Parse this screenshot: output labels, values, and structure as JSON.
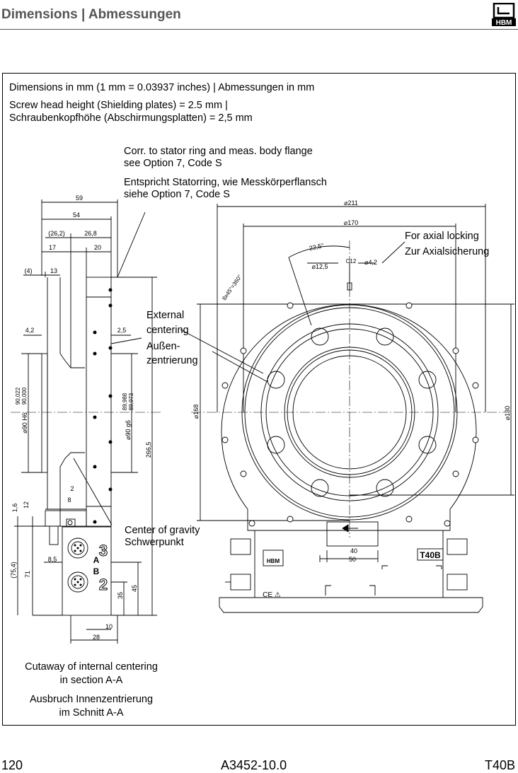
{
  "header": {
    "title": "Dimensions | Abmessungen",
    "logo_text": "HBM"
  },
  "notes": {
    "dims_line": "Dimensions in mm (1 mm = 0.03937 inches) | Abmessungen in mm",
    "screw_line1": "Screw head height (Shielding plates) = 2.5 mm |",
    "screw_line2": "Schraubenkopfhöhe (Abschirmungsplatten) = 2,5 mm"
  },
  "callouts": {
    "stator_en1": "Corr. to stator ring and meas. body flange",
    "stator_en2": "see Option 7, Code S",
    "stator_de1": "Entspricht Statorring, wie Messkörperflansch",
    "stator_de2": "siehe Option 7, Code S",
    "axial_en": "For axial locking",
    "axial_de": "Zur Axialsicherung",
    "ext_en1": "External",
    "ext_en2": "centering",
    "ext_de1": "Außen-",
    "ext_de2": "zentrierung",
    "cog_en": "Center of gravity",
    "cog_de": "Schwerpunkt",
    "cut_en1": "Cutaway of internal centering",
    "cut_en2": "in section A-A",
    "cut_de1": "Ausbruch Innenzentrierung",
    "cut_de2": "im Schnitt A-A"
  },
  "side_dims": {
    "d59": "59",
    "d54": "54",
    "d262": "(26,2)",
    "d268": "26,8",
    "d17": "17",
    "d20": "20",
    "d4": "(4)",
    "d13": "13",
    "d42": "4,2",
    "d25": "2,5",
    "d2": "2",
    "d8": "8",
    "d16": "1,6",
    "d12": "12",
    "d754": "(75,4)",
    "d71": "71",
    "d85": "8,5",
    "d35": "35",
    "d45": "45",
    "d10": "10",
    "d28": "28",
    "d2665": "266,5",
    "h6": "⌀90 H6",
    "h6tol_a": "90,022",
    "h6tol_b": "90,000",
    "g6": "⌀90 g6",
    "g6tol_a": "89,988",
    "g6tol_b": "89,973",
    "conn3": "3",
    "conn2": "2",
    "connA": "A",
    "connB": "B"
  },
  "front_dims": {
    "d211": "⌀211",
    "d170": "⌀170",
    "d168": "⌀168",
    "d130": "⌀130",
    "angle": "22,5°",
    "holes": "8x45°=360°",
    "d125": "⌀12,5",
    "c12": "C12",
    "d42": "⌀4,2",
    "d40": "40",
    "d50": "50",
    "model": "T40B",
    "brand": "HBM",
    "ce": "CE ⚠"
  },
  "footer": {
    "page": "120",
    "doc": "A3452-10.0",
    "product": "T40B"
  }
}
